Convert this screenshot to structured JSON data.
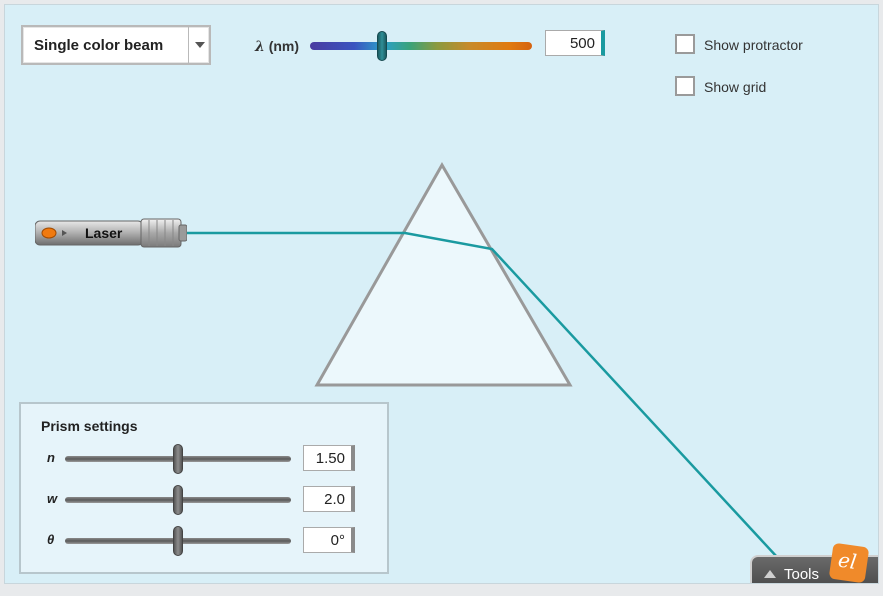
{
  "mode_select": {
    "selected": "Single color beam"
  },
  "wavelength": {
    "label_symbol": "λ",
    "label_unit": "(nm)",
    "value": "500"
  },
  "options": {
    "show_protractor": {
      "label": "Show protractor",
      "checked": false
    },
    "show_grid": {
      "label": "Show grid",
      "checked": false
    }
  },
  "laser": {
    "label": "Laser"
  },
  "prism_settings": {
    "title": "Prism settings",
    "rows": [
      {
        "label": "n",
        "value": "1.50"
      },
      {
        "label": "w",
        "value": "2.0"
      },
      {
        "label": "θ",
        "value": "0°"
      }
    ]
  },
  "tools": {
    "label": "Tools"
  },
  "logo": {
    "text": "el"
  },
  "colors": {
    "beam": "#1a9aa0",
    "background": "#d8eff7",
    "prism_fill": "#ecf8fc",
    "prism_stroke": "#999999"
  }
}
